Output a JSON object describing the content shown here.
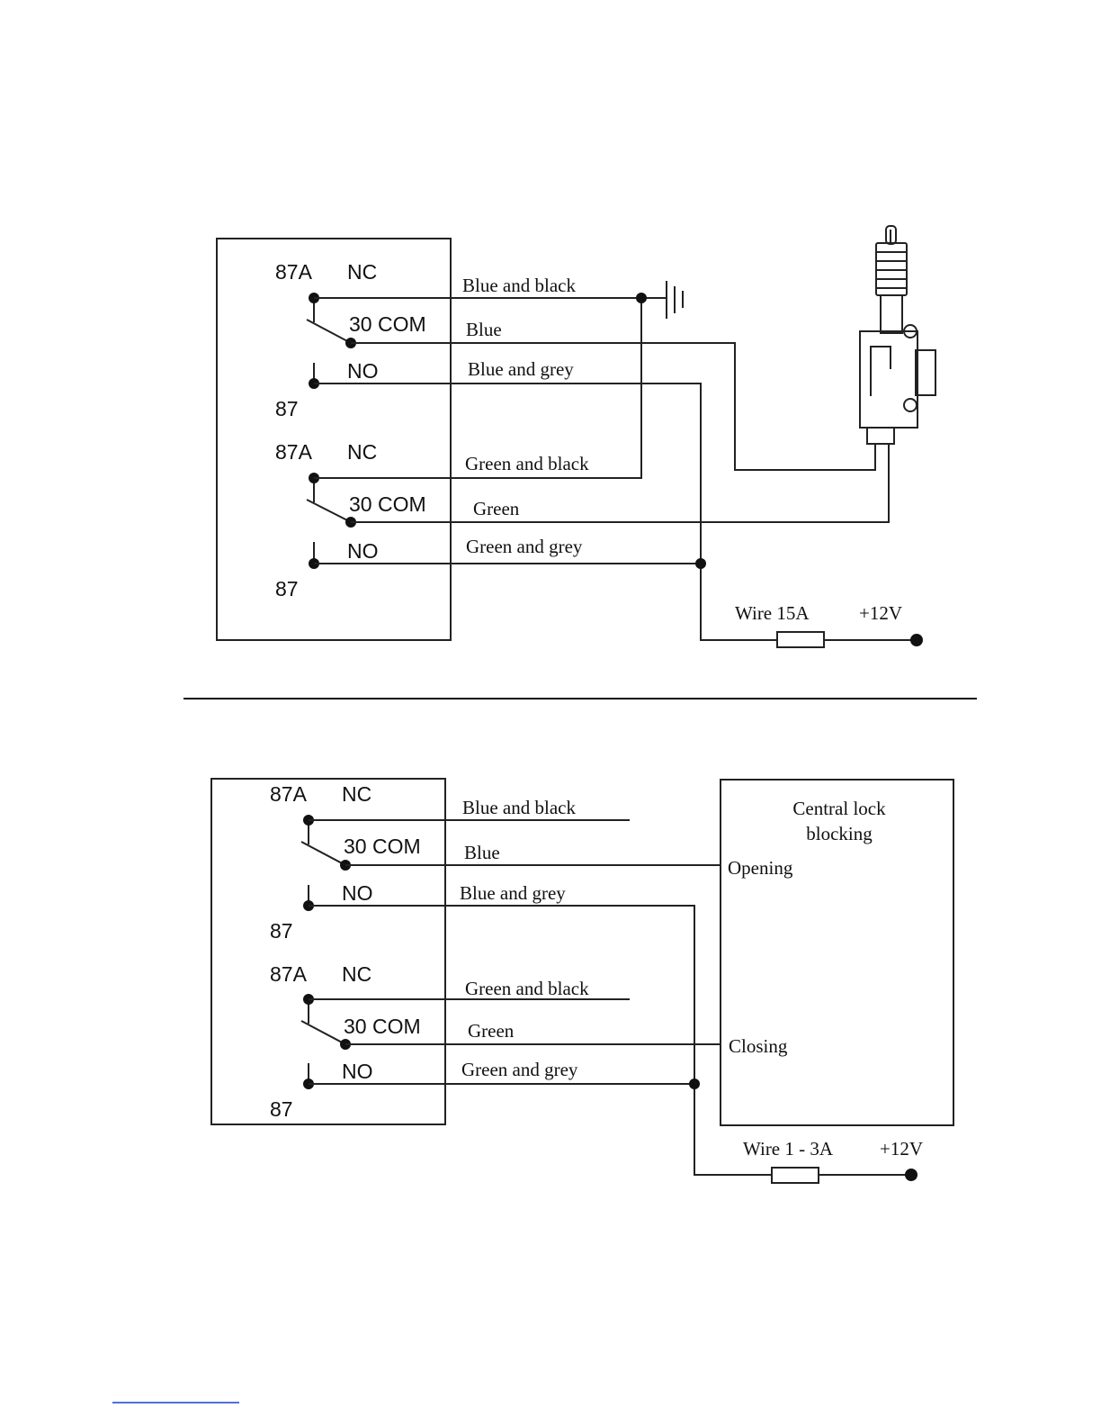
{
  "top_diagram": {
    "relay1": {
      "label_87a": "87A",
      "label_nc": "NC",
      "label_com": "30 COM",
      "label_no": "NO",
      "label_87": "87"
    },
    "relay2": {
      "label_87a": "87A",
      "label_nc": "NC",
      "label_com": "30 COM",
      "label_no": "NO",
      "label_87": "87"
    },
    "wires": {
      "blue_black": "Blue and black",
      "blue": "Blue",
      "blue_grey": "Blue and grey",
      "green_black": "Green and black",
      "green": "Green",
      "green_grey": "Green and grey"
    },
    "fuse_label": "Wire 15A",
    "supply_label": "+12V"
  },
  "bottom_diagram": {
    "relay1": {
      "label_87a": "87A",
      "label_nc": "NC",
      "label_com": "30 COM",
      "label_no": "NO",
      "label_87": "87"
    },
    "relay2": {
      "label_87a": "87A",
      "label_nc": "NC",
      "label_com": "30 COM",
      "label_no": "NO",
      "label_87": "87"
    },
    "wires": {
      "blue_black": "Blue and black",
      "blue": "Blue",
      "blue_grey": "Blue and grey",
      "green_black": "Green and black",
      "green": "Green",
      "green_grey": "Green and grey"
    },
    "lock_box": {
      "title_line1": "Central lock",
      "title_line2": "blocking",
      "opening": "Opening",
      "closing": "Closing"
    },
    "fuse_label": "Wire 1 - 3A",
    "supply_label": "+12V"
  },
  "colors": {
    "ink": "#222222",
    "footnote_rule": "#1a3fd0"
  }
}
